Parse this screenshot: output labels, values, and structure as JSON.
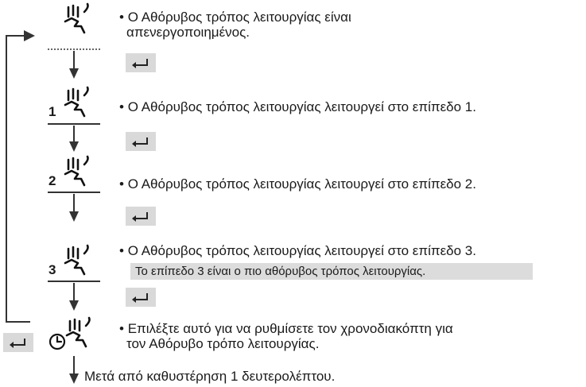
{
  "steps": [
    {
      "text_line1": "Ο Αθόρυβος τρόπος λειτουργίας είναι",
      "text_line2": "απενεργοποιημένος."
    },
    {
      "text": "Ο Αθόρυβος τρόπος λειτουργίας λειτουργεί στο επίπεδο 1.",
      "level": "1"
    },
    {
      "text": "Ο Αθόρυβος τρόπος λειτουργίας λειτουργεί στο επίπεδο 2.",
      "level": "2"
    },
    {
      "text": "Ο Αθόρυβος τρόπος λειτουργίας λειτουργεί στο επίπεδο 3.",
      "level": "3",
      "note": "Το επίπεδο 3 είναι ο πιο αθόρυβος τρόπος λειτουργίας."
    },
    {
      "text_line1": "Επιλέξτε αυτό για να ρυθμίσετε τον χρονοδιακόπτη για",
      "text_line2": "τον Αθόρυβο τρόπο λειτουργίας."
    }
  ],
  "footer": "Μετά από καθυστέρηση 1 δευτερολέπτου.",
  "bullet": "•",
  "icons": [
    "quiet-fan-off-icon",
    "quiet-fan-level-1-icon",
    "quiet-fan-level-2-icon",
    "quiet-fan-level-3-icon",
    "quiet-fan-timer-icon",
    "enter-key-icon"
  ]
}
